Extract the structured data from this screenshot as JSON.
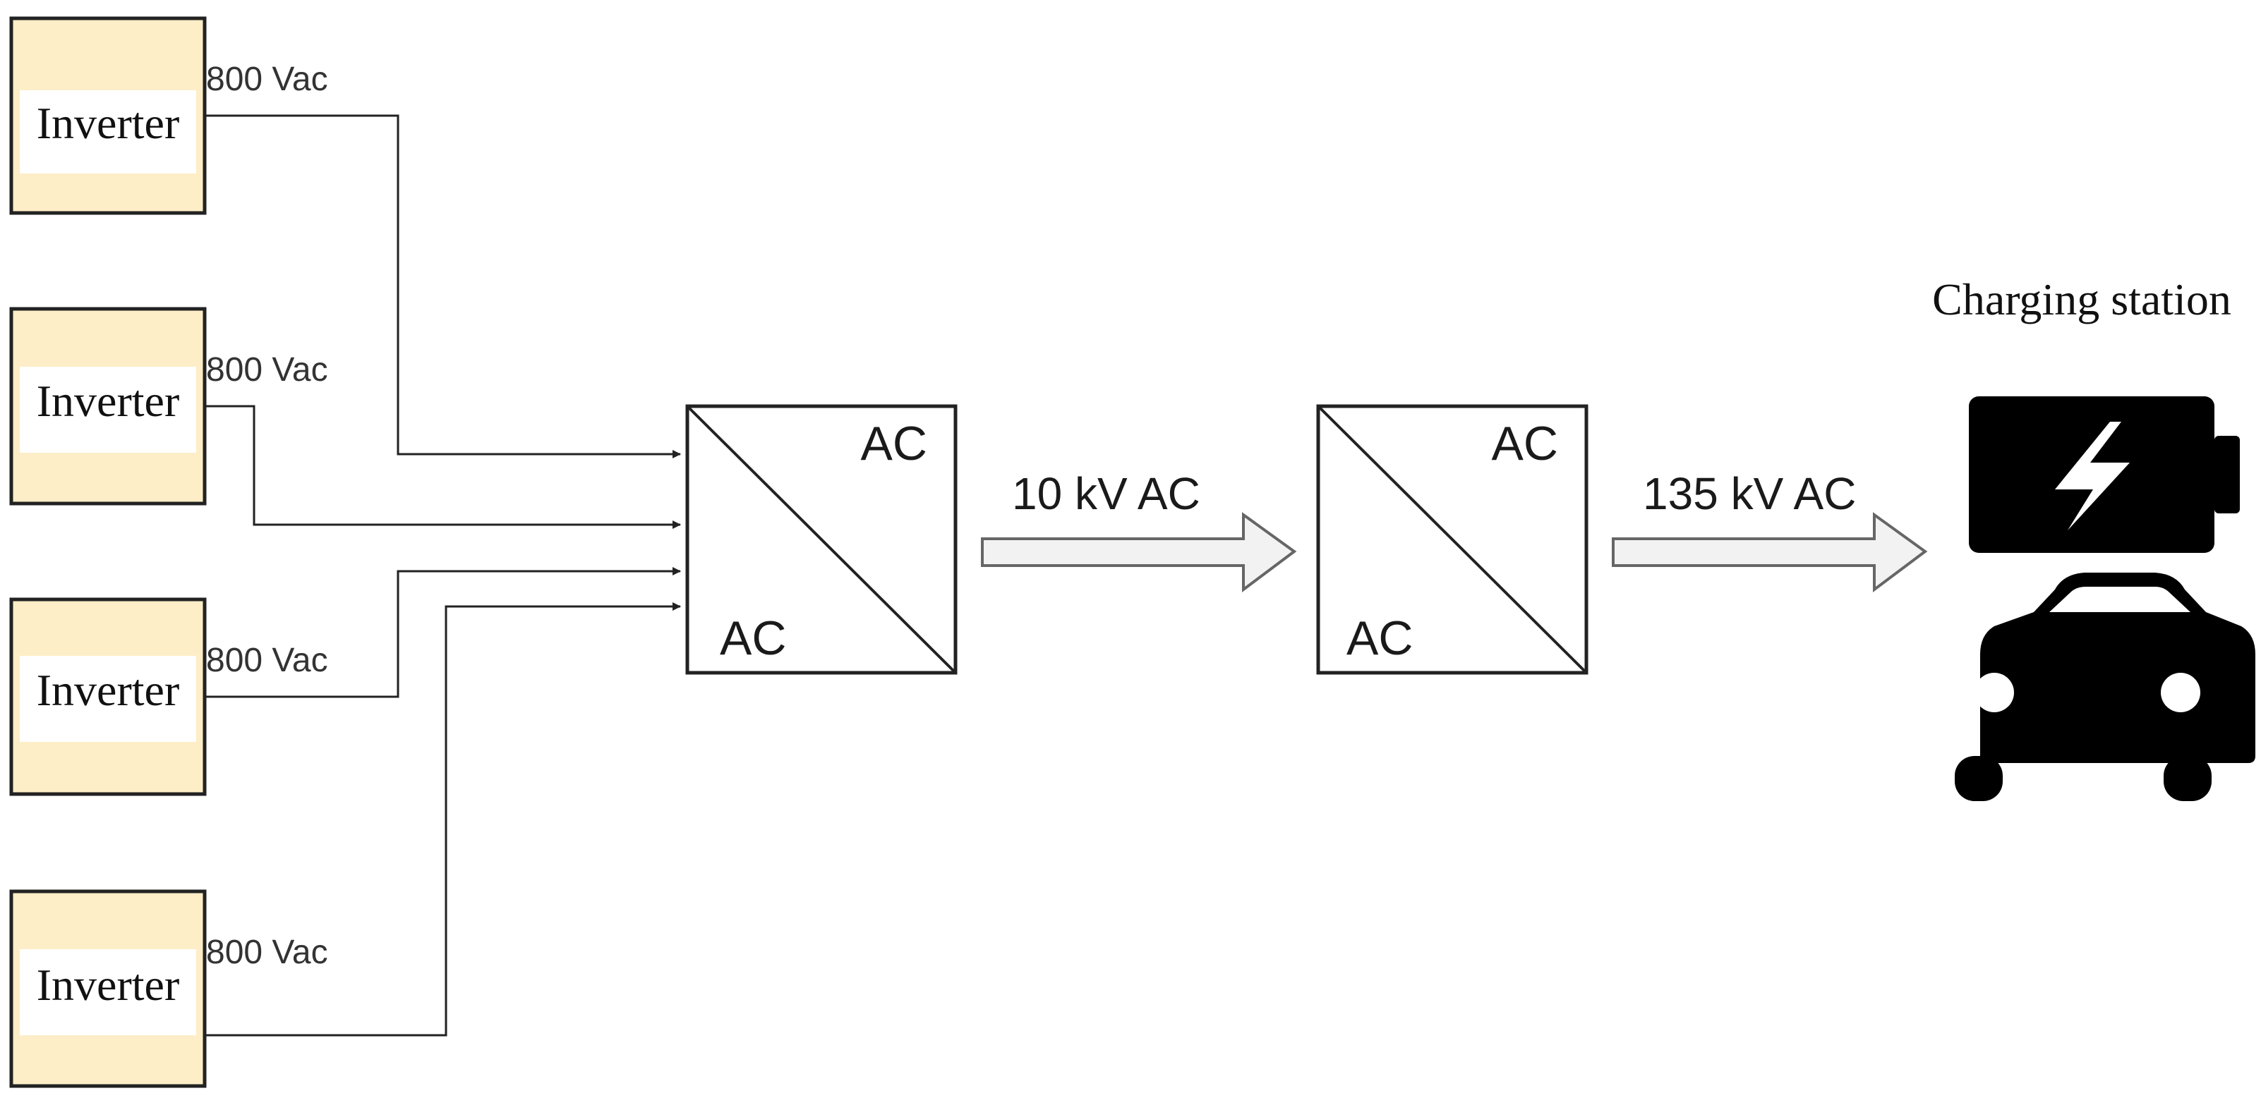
{
  "inverters": [
    {
      "label": "Inverter",
      "voltage": "800 Vac"
    },
    {
      "label": "Inverter",
      "voltage": "800 Vac"
    },
    {
      "label": "Inverter",
      "voltage": "800 Vac"
    },
    {
      "label": "Inverter",
      "voltage": "800 Vac"
    }
  ],
  "transformer_1": {
    "top_label": "AC",
    "bottom_label": "AC"
  },
  "link_1": {
    "label": "10 kV AC"
  },
  "transformer_2": {
    "top_label": "AC",
    "bottom_label": "AC"
  },
  "link_2": {
    "label": "135 kV AC"
  },
  "station": {
    "label": "Charging station",
    "icon": "ev-charging-icon"
  },
  "colors": {
    "inverter_fill": "#fdeec7",
    "inverter_label_bg": "#ffffff",
    "stroke": "#222222",
    "arrow_fill": "#f2f2f2",
    "arrow_stroke": "#666666",
    "icon": "#000000"
  }
}
